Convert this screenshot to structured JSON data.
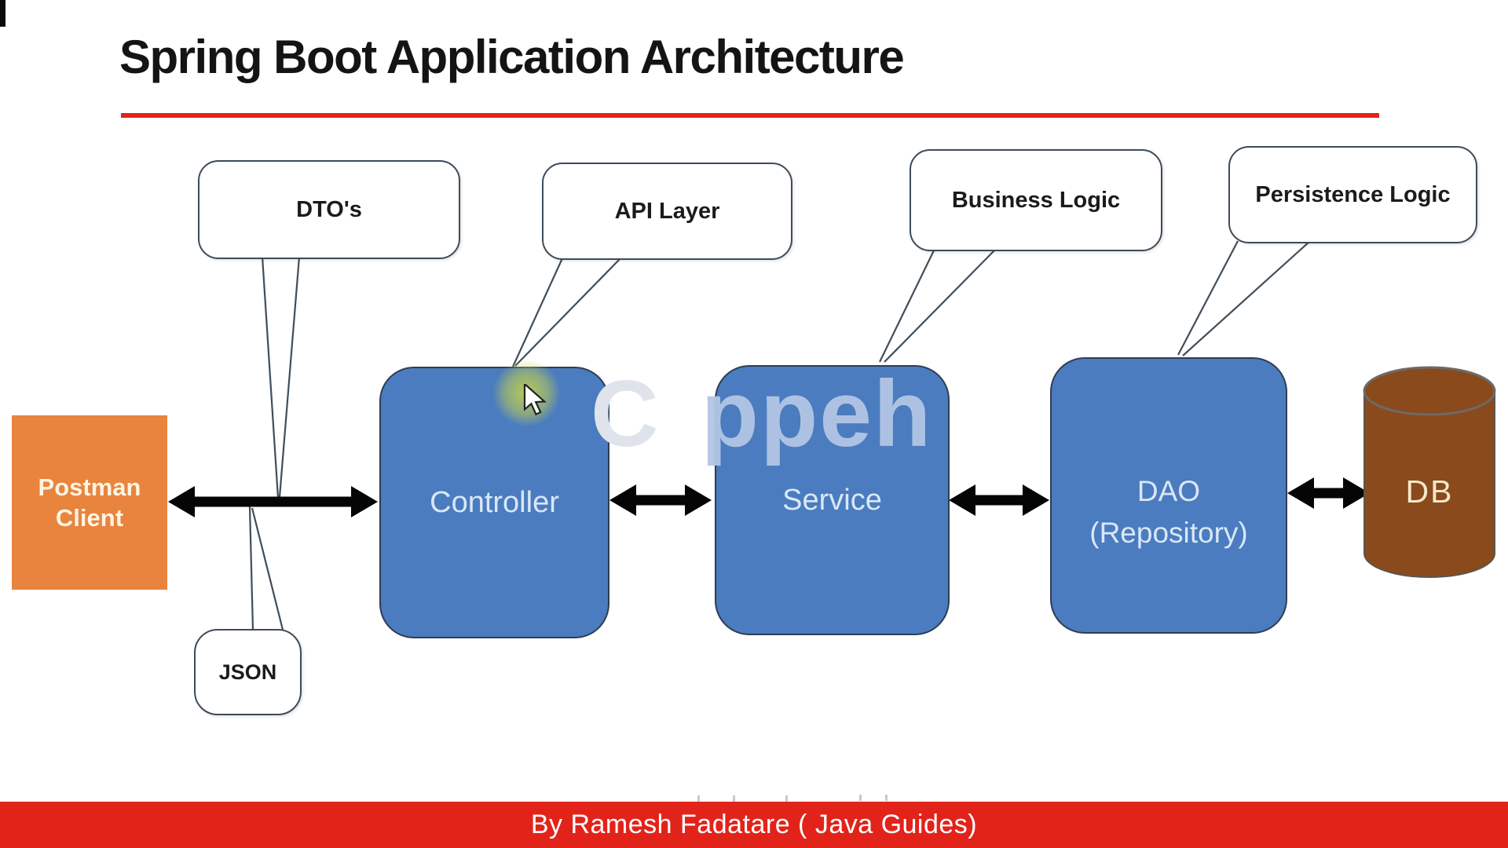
{
  "slide": {
    "title": "Spring Boot Application Architecture",
    "title_color": "#141414",
    "accent_red": "#e2231a",
    "background": "#ffffff"
  },
  "callouts": [
    {
      "id": "dtos",
      "label": "DTO's"
    },
    {
      "id": "api-layer",
      "label": "API Layer"
    },
    {
      "id": "business-logic",
      "label": "Business Logic"
    },
    {
      "id": "persistence-logic",
      "label": "Persistence Logic"
    },
    {
      "id": "json",
      "label": "JSON"
    }
  ],
  "callout_pointers": [
    {
      "callout": "DTO's",
      "points_to": "arrow between Postman Client and Controller"
    },
    {
      "callout": "JSON",
      "points_to": "arrow between Postman Client and Controller"
    },
    {
      "callout": "API Layer",
      "points_to": "Controller"
    },
    {
      "callout": "Business Logic",
      "points_to": "Service"
    },
    {
      "callout": "Persistence Logic",
      "points_to": "DAO (Repository)"
    }
  ],
  "nodes": {
    "postman": {
      "label": "Postman\nClient",
      "fill": "#e8843e",
      "text_color": "#fdf4e3"
    },
    "controller": {
      "label": "Controller",
      "fill": "#4b7cbf",
      "text_color": "#d9e7f6"
    },
    "service": {
      "label": "Service",
      "fill": "#4b7cbf",
      "text_color": "#d9e7f6"
    },
    "dao": {
      "label": "DAO\n(Repository)",
      "fill": "#4b7cbf",
      "text_color": "#d9e7f6"
    },
    "db": {
      "label": "DB",
      "shape": "cylinder",
      "fill": "#8a4a1c",
      "text_color": "#f5e7c9"
    }
  },
  "edges": [
    {
      "from": "Postman Client",
      "to": "Controller",
      "bidirectional": true
    },
    {
      "from": "Controller",
      "to": "Service",
      "bidirectional": true
    },
    {
      "from": "Service",
      "to": "DAO (Repository)",
      "bidirectional": true
    },
    {
      "from": "DAO (Repository)",
      "to": "DB",
      "bidirectional": true
    }
  ],
  "watermark": {
    "partial_letter": "C",
    "visible_text": "ppeh",
    "color": "#b3c6e4"
  },
  "cursor": {
    "type": "arrow-pointer",
    "highlight_color": "#c6d34a"
  },
  "footer": {
    "text": "By Ramesh Fadatare ( Java Guides)",
    "bar_color": "#e2231a",
    "text_color": "#ffffff"
  }
}
